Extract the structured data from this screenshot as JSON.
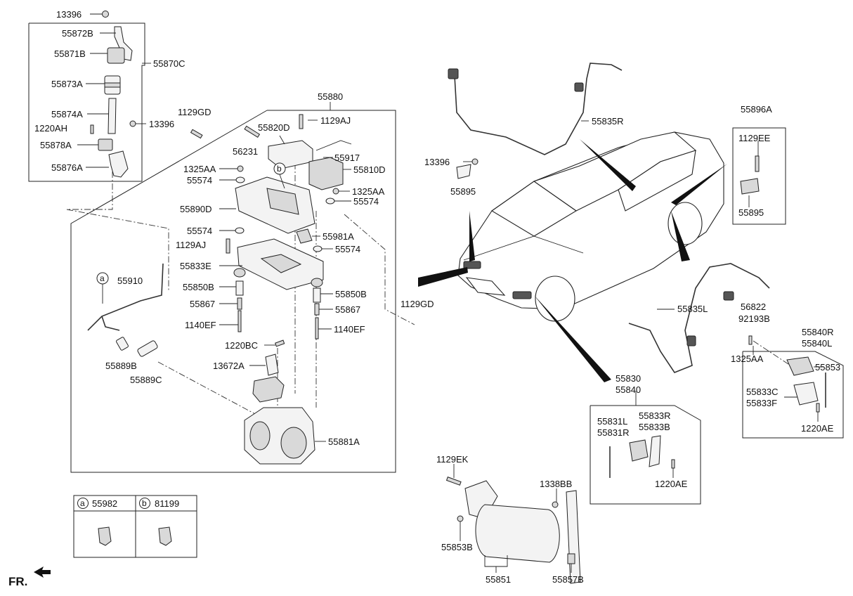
{
  "labels": {
    "l13396_top": "13396",
    "l55872B": "55872B",
    "l55871B": "55871B",
    "l55870C": "55870C",
    "l55873A": "55873A",
    "l55874A": "55874A",
    "l1220AH": "1220AH",
    "l13396_mid": "13396",
    "l55878A": "55878A",
    "l55876A": "55876A",
    "l55880": "55880",
    "l1129GD_top": "1129GD",
    "l1129AJ_top": "1129AJ",
    "l55820D": "55820D",
    "l56231": "56231",
    "l55917": "55917",
    "l1325AA_left": "1325AA",
    "l55810D": "55810D",
    "l55574_a": "55574",
    "l1325AA_right": "1325AA",
    "l55574_b": "55574",
    "l55890D": "55890D",
    "l55574_c": "55574",
    "l55981A": "55981A",
    "l1129AJ_mid": "1129AJ",
    "l55574_d": "55574",
    "l55833E": "55833E",
    "l55910": "55910",
    "l55850B_l": "55850B",
    "l55850B_r": "55850B",
    "l55867_l": "55867",
    "l55867_r": "55867",
    "l1140EF_l": "1140EF",
    "l1140EF_r": "1140EF",
    "l1129GD_side": "1129GD",
    "l1220BC": "1220BC",
    "l55889B": "55889B",
    "l13672A": "13672A",
    "l55889C": "55889C",
    "l55881A": "55881A",
    "l13396_car": "13396",
    "l55895_a": "55895",
    "l55835R": "55835R",
    "l55896A": "55896A",
    "l1129EE": "1129EE",
    "l55895_b": "55895",
    "l55835L": "55835L",
    "l56822": "56822",
    "l92193B": "92193B",
    "l55840R": "55840R",
    "l55840L": "55840L",
    "l1325AA_rr": "1325AA",
    "l55853": "55853",
    "l55833C": "55833C",
    "l55833F": "55833F",
    "l1220AE_r": "1220AE",
    "l55830": "55830",
    "l55840": "55840",
    "l55831L": "55831L",
    "l55831R": "55831R",
    "l55833R": "55833R",
    "l55833B": "55833B",
    "l1220AE_m": "1220AE",
    "l1129EK": "1129EK",
    "l1338BB": "1338BB",
    "l55853B": "55853B",
    "l55851": "55851",
    "l55857B": "55857B",
    "fr": "FR."
  },
  "callouts": {
    "a": "a",
    "b": "b"
  },
  "legend": {
    "a_letter": "a",
    "a_part": "55982",
    "b_letter": "b",
    "b_part": "81199"
  }
}
